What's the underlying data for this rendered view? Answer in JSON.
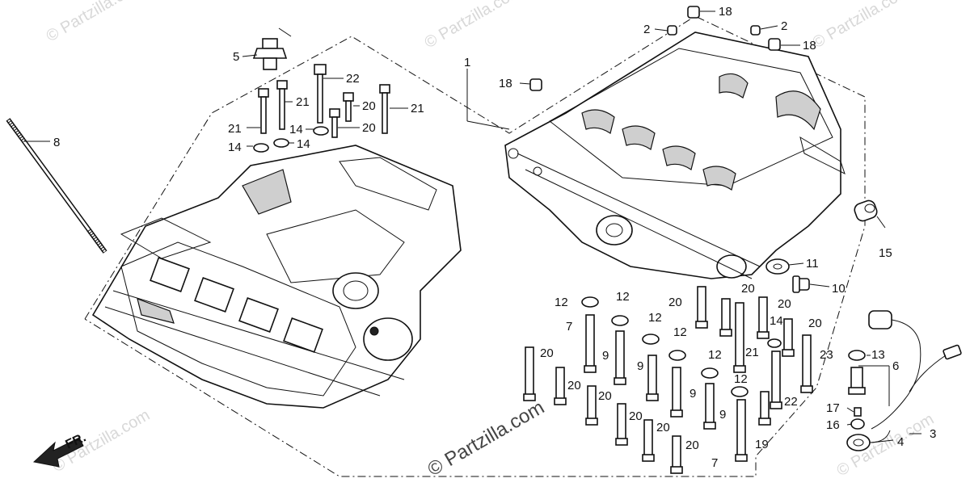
{
  "watermark": {
    "text": "© Partzilla.com"
  },
  "fr_marker": {
    "label": "FR."
  },
  "callouts": {
    "c1": "1",
    "c2a": "2",
    "c2b": "2",
    "c3": "3",
    "c4": "4",
    "c5": "5",
    "c6": "6",
    "c7a": "7",
    "c7b": "7",
    "c8": "8",
    "c9a": "9",
    "c9b": "9",
    "c9c": "9",
    "c9d": "9",
    "c10": "10",
    "c11": "11",
    "c12a": "12",
    "c12b": "12",
    "c12c": "12",
    "c12d": "12",
    "c12e": "12",
    "c12f": "12",
    "c13": "13",
    "c14a": "14",
    "c14b": "14",
    "c14c": "14",
    "c14d": "14",
    "c15": "15",
    "c16": "16",
    "c17": "17",
    "c18a": "18",
    "c18b": "18",
    "c18c": "18",
    "c19": "19",
    "c20a": "20",
    "c20b": "20",
    "c20c": "20",
    "c20d": "20",
    "c20e": "20",
    "c20f": "20",
    "c20g": "20",
    "c20h": "20",
    "c20i": "20",
    "c20j": "20",
    "c20k": "20",
    "c20l": "20",
    "c21a": "21",
    "c21b": "21",
    "c21c": "21",
    "c21d": "21",
    "c22a": "22",
    "c22b": "22",
    "c23": "23"
  }
}
